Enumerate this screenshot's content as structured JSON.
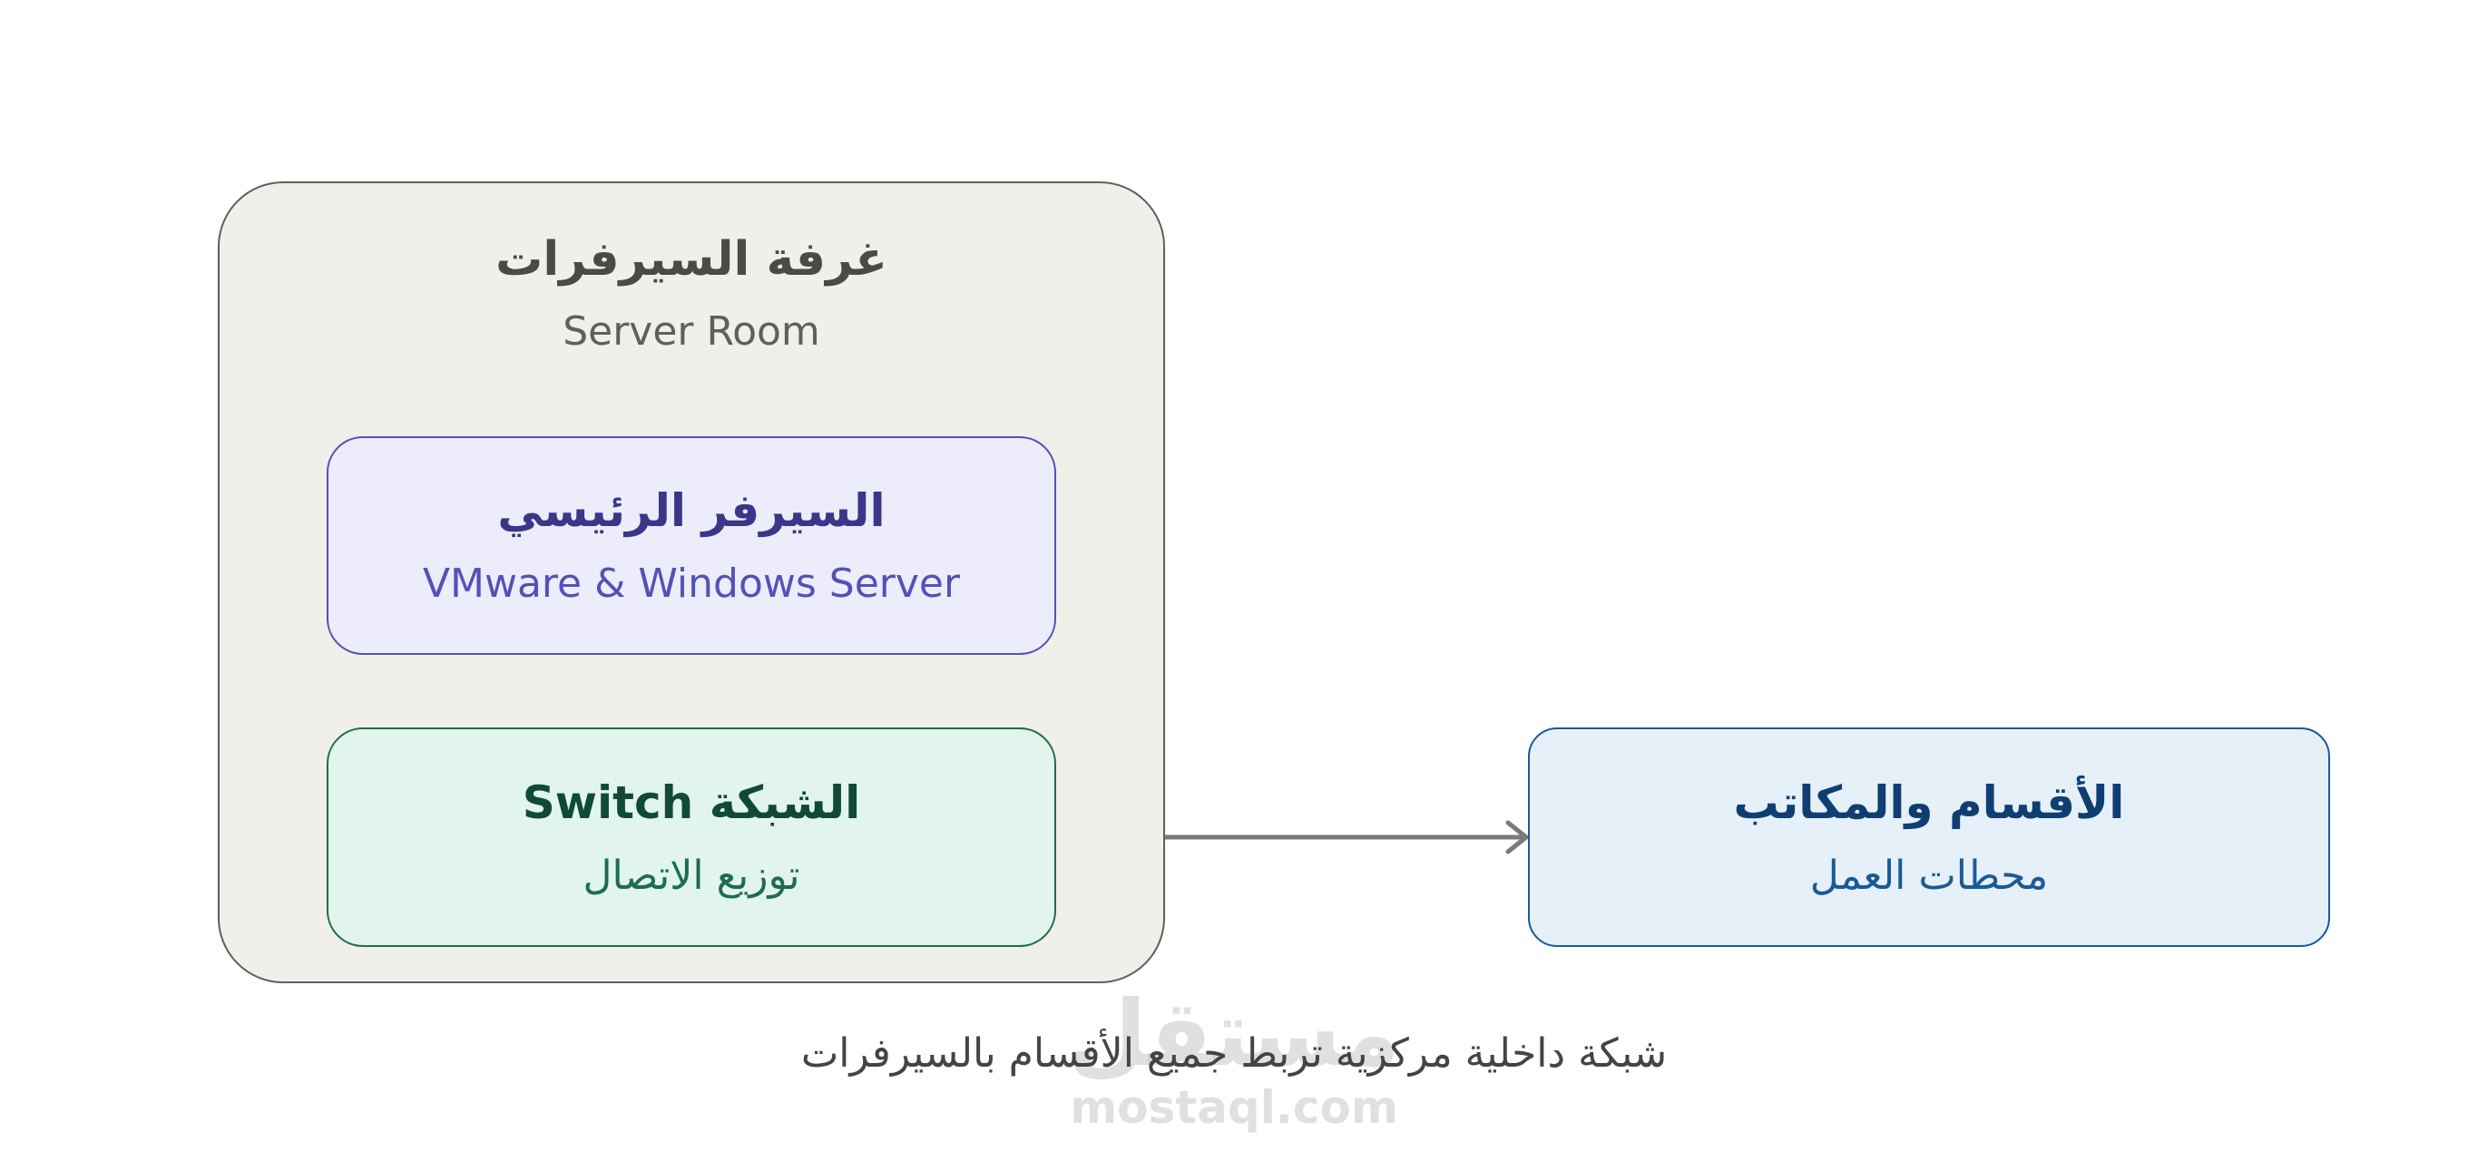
{
  "server_room": {
    "title": "غرفة السيرفرات",
    "subtitle": "Server Room"
  },
  "main_server": {
    "title": "السيرفر الرئيسي",
    "subtitle": "VMware & Windows Server"
  },
  "network_switch": {
    "title": "الشبكة Switch",
    "subtitle": "توزيع الاتصال"
  },
  "departments": {
    "title": "الأقسام والمكاتب",
    "subtitle": "محطات العمل"
  },
  "caption": "شبكة داخلية مركزية تربط جميع الأقسام بالسيرفرات",
  "watermark": {
    "arabic": "مستقل",
    "latin": "mostaql.com"
  },
  "colors": {
    "server_room_fill": "#f1efe9",
    "main_server_fill": "#edecfb",
    "switch_fill": "#e2f4ee",
    "departments_fill": "#e6f0f9",
    "arrow": "#7a7a76"
  }
}
